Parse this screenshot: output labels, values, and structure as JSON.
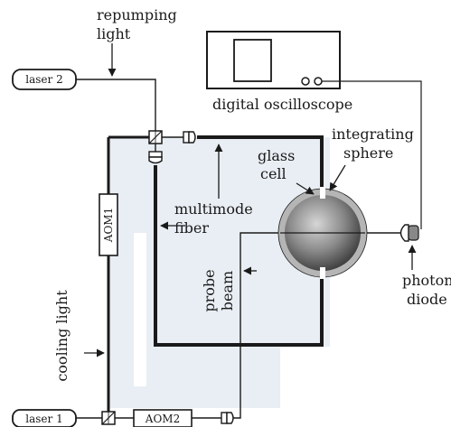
{
  "diagram": {
    "labels": {
      "repumping_line1": "repumping",
      "repumping_line2": "light",
      "laser2": "laser 2",
      "laser1": "laser 1",
      "oscilloscope": "digital oscilloscope",
      "integrating_line1": "integrating",
      "integrating_line2": "sphere",
      "glass_line1": "glass",
      "glass_line2": "cell",
      "multimode_line1": "multimode",
      "multimode_line2": "fiber",
      "aom1": "AOM1",
      "aom2": "AOM2",
      "probe": "probe",
      "beam": "beam",
      "cooling_light": "cooling light",
      "photon": "photon",
      "diode": "diode"
    },
    "colors": {
      "line": "#1a1a1a",
      "panel": "#e9eef4",
      "sphere_ring": "#b5b5b5"
    }
  }
}
